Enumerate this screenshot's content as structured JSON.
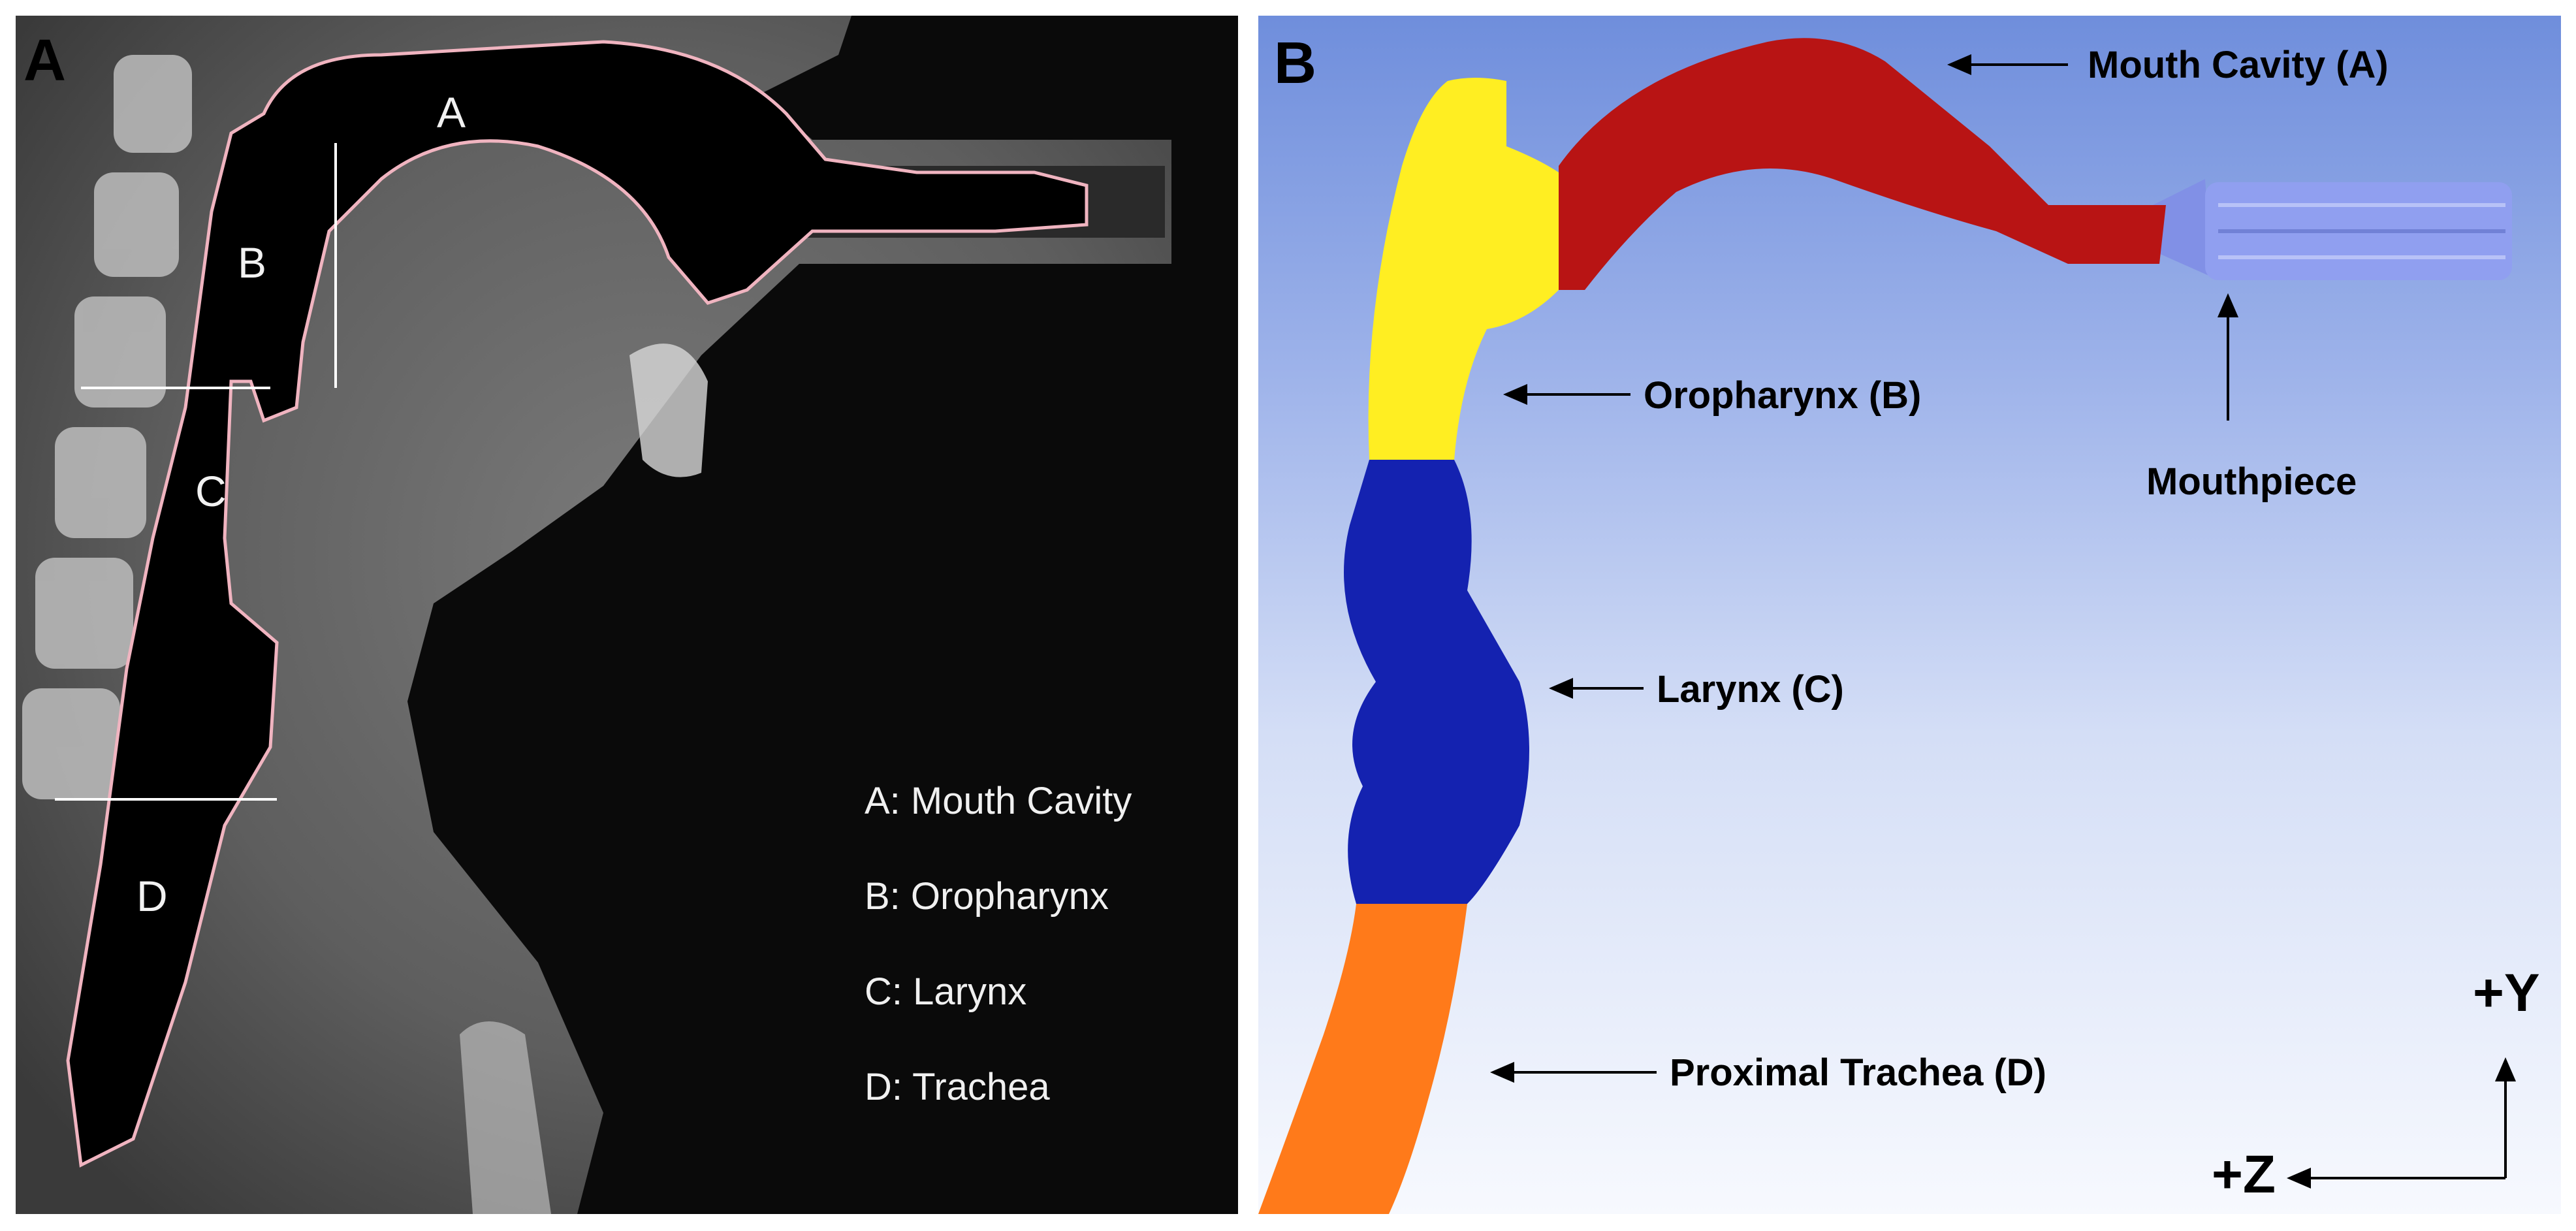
{
  "panel_a": {
    "letter": "A",
    "segments": {
      "a": "A",
      "b": "B",
      "c": "C",
      "d": "D"
    },
    "legend": [
      "A: Mouth  Cavity",
      "B:  Oropharynx",
      "C: Larynx",
      "D: Trachea"
    ]
  },
  "panel_b": {
    "letter": "B",
    "labels": {
      "mouth_cavity": "Mouth Cavity (A)",
      "oropharynx": "Oropharynx (B)",
      "mouthpiece": "Mouthpiece",
      "larynx": "Larynx (C)",
      "trachea": "Proximal Trachea (D)"
    },
    "axes": {
      "y": "+Y",
      "z": "+Z"
    }
  },
  "colors": {
    "mouth_cavity": "#b81414",
    "oropharynx": "#ffee22",
    "larynx": "#1422b0",
    "trachea": "#ff7a1a",
    "mouthpiece": "#8f9ff0",
    "outline": "#f0b4c0"
  }
}
